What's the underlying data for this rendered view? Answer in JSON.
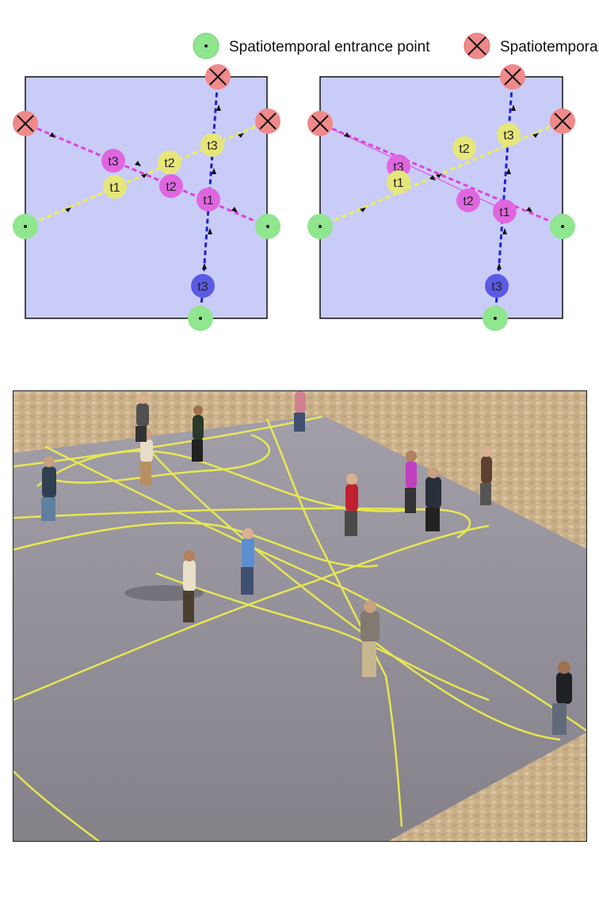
{
  "legend": {
    "entrance_label": "Spatiotemporal entrance point",
    "exit_label": "Spatiotemporal exit point"
  },
  "colors": {
    "entrance": "#8fe68f",
    "exit": "#f08a8a",
    "panel_bg": "#c9ccf7",
    "yellow_agent": "#e6e67a",
    "magenta_agent": "#e066e0",
    "blue_agent": "#5a5ae6",
    "path_yellow": "#f0f04a",
    "path_magenta": "#e040e0",
    "path_blue": "#2020d0",
    "ground": "#8e8b96",
    "cobble": "#c9b08a"
  },
  "panels": [
    {
      "nodes": [
        {
          "label": "t3",
          "agent": "magenta"
        },
        {
          "label": "t1",
          "agent": "yellow"
        },
        {
          "label": "t2",
          "agent": "yellow"
        },
        {
          "label": "t2",
          "agent": "magenta"
        },
        {
          "label": "t3",
          "agent": "yellow"
        },
        {
          "label": "t1",
          "agent": "magenta"
        },
        {
          "label": "t3",
          "agent": "blue"
        }
      ]
    },
    {
      "nodes": [
        {
          "label": "t2",
          "agent": "yellow"
        },
        {
          "label": "t3",
          "agent": "yellow"
        },
        {
          "label": "t3",
          "agent": "magenta"
        },
        {
          "label": "t1",
          "agent": "yellow"
        },
        {
          "label": "t2",
          "agent": "magenta"
        },
        {
          "label": "t1",
          "agent": "magenta"
        },
        {
          "label": "t3",
          "agent": "blue"
        }
      ]
    }
  ]
}
